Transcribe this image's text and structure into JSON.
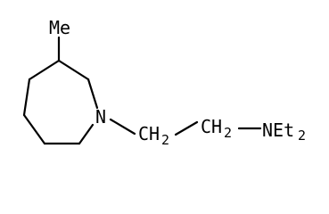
{
  "molecule": {
    "substituent_methyl": "Me",
    "ring_nitrogen": "N",
    "linker_first": "CH",
    "linker_first_count": "2",
    "linker_second": "CH",
    "linker_second_count": "2",
    "amine_group": "NEt",
    "amine_group_count": "2"
  }
}
